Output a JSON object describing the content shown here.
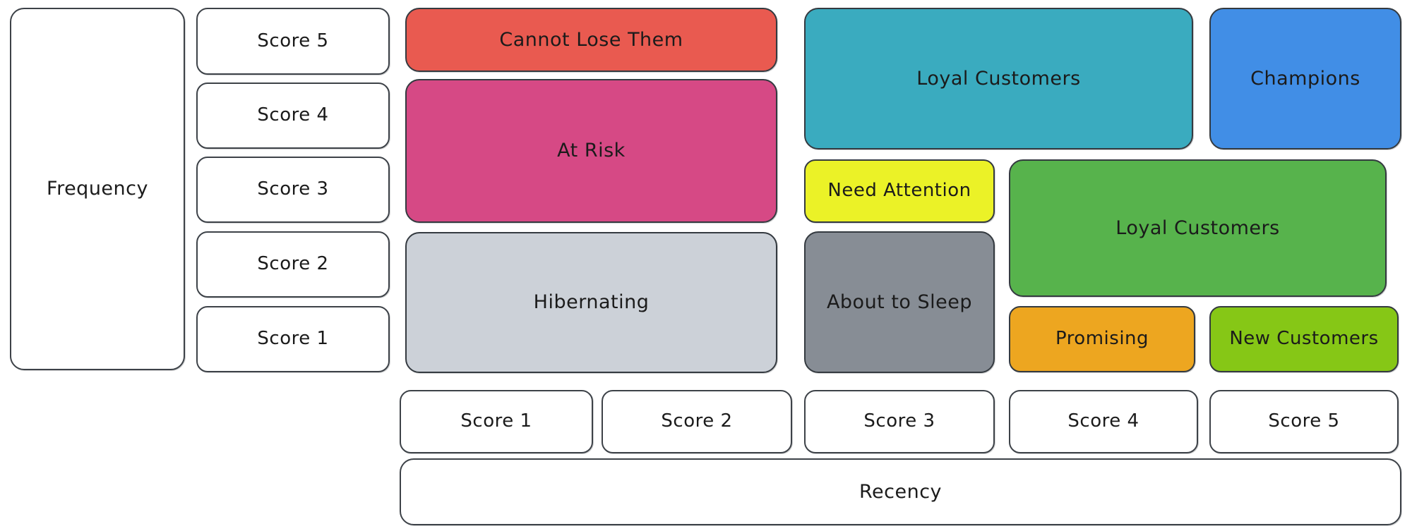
{
  "diagram": "RFM customer segmentation grid",
  "axes": {
    "frequency": {
      "label": "Frequency",
      "scores": [
        "Score 5",
        "Score 4",
        "Score 3",
        "Score 2",
        "Score 1"
      ]
    },
    "recency": {
      "label": "Recency",
      "scores": [
        "Score 1",
        "Score 2",
        "Score 3",
        "Score 4",
        "Score 5"
      ]
    }
  },
  "segments": [
    {
      "id": "cannot-lose-them",
      "label": "Cannot Lose Them",
      "color": "#e95a50",
      "text_color": "#1b1b1b"
    },
    {
      "id": "at-risk",
      "label": "At Risk",
      "color": "#d64985",
      "text_color": "#1b1b1b"
    },
    {
      "id": "hibernating",
      "label": "Hibernating",
      "color": "#ccd1d8",
      "text_color": "#1b1b1b"
    },
    {
      "id": "loyal-customers-teal",
      "label": "Loyal Customers",
      "color": "#3aabbf",
      "text_color": "#1b1b1b"
    },
    {
      "id": "champions",
      "label": "Champions",
      "color": "#418ee6",
      "text_color": "#1b1b1b"
    },
    {
      "id": "need-attention",
      "label": "Need Attention",
      "color": "#ebf227",
      "text_color": "#1b1b1b"
    },
    {
      "id": "loyal-customers-green",
      "label": "Loyal Customers",
      "color": "#57b34c",
      "text_color": "#1b1b1b"
    },
    {
      "id": "about-to-sleep",
      "label": "About to Sleep",
      "color": "#878d95",
      "text_color": "#1b1b1b"
    },
    {
      "id": "promising",
      "label": "Promising",
      "color": "#eda620",
      "text_color": "#1b1b1b"
    },
    {
      "id": "new-customers",
      "label": "New Customers",
      "color": "#86c716",
      "text_color": "#1b1b1b"
    }
  ],
  "colors": {
    "background": "#ffffff",
    "stroke": "#343a40",
    "text": "#1b1b1b"
  }
}
